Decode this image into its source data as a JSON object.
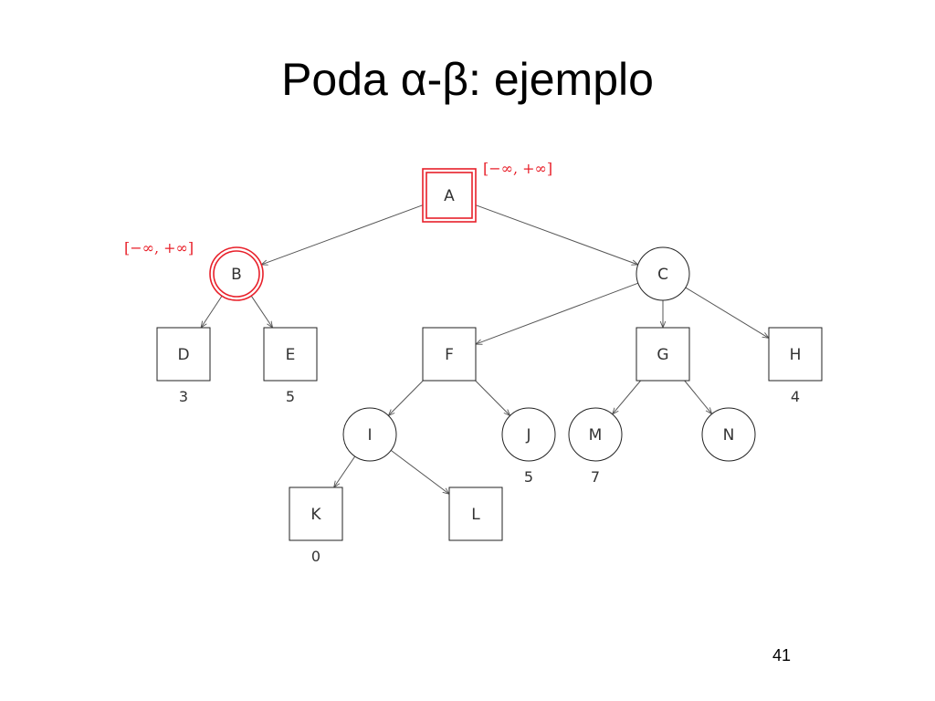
{
  "slide": {
    "title": "Poda α-β: ejemplo",
    "page_number": "41"
  },
  "colors": {
    "highlight": "#e8202a",
    "line": "#555555",
    "text": "#333333"
  },
  "tree": {
    "nodes": [
      {
        "id": "A",
        "label": "A",
        "shape": "square",
        "highlighted": true,
        "bound": "[−∞, +∞]"
      },
      {
        "id": "B",
        "label": "B",
        "shape": "circle",
        "highlighted": true,
        "bound": "[−∞, +∞]"
      },
      {
        "id": "C",
        "label": "C",
        "shape": "circle"
      },
      {
        "id": "D",
        "label": "D",
        "shape": "square",
        "value": "3"
      },
      {
        "id": "E",
        "label": "E",
        "shape": "square",
        "value": "5"
      },
      {
        "id": "F",
        "label": "F",
        "shape": "square"
      },
      {
        "id": "G",
        "label": "G",
        "shape": "square"
      },
      {
        "id": "H",
        "label": "H",
        "shape": "square",
        "value": "4"
      },
      {
        "id": "I",
        "label": "I",
        "shape": "circle"
      },
      {
        "id": "J",
        "label": "J",
        "shape": "circle",
        "value": "5"
      },
      {
        "id": "M",
        "label": "M",
        "shape": "circle",
        "value": "7"
      },
      {
        "id": "N",
        "label": "N",
        "shape": "circle"
      },
      {
        "id": "K",
        "label": "K",
        "shape": "square",
        "value": "0"
      },
      {
        "id": "L",
        "label": "L",
        "shape": "square"
      }
    ],
    "edges": [
      [
        "A",
        "B"
      ],
      [
        "A",
        "C"
      ],
      [
        "B",
        "D"
      ],
      [
        "B",
        "E"
      ],
      [
        "C",
        "F"
      ],
      [
        "C",
        "G"
      ],
      [
        "C",
        "H"
      ],
      [
        "F",
        "I"
      ],
      [
        "F",
        "J"
      ],
      [
        "G",
        "M"
      ],
      [
        "G",
        "N"
      ],
      [
        "I",
        "K"
      ],
      [
        "I",
        "L"
      ]
    ]
  }
}
